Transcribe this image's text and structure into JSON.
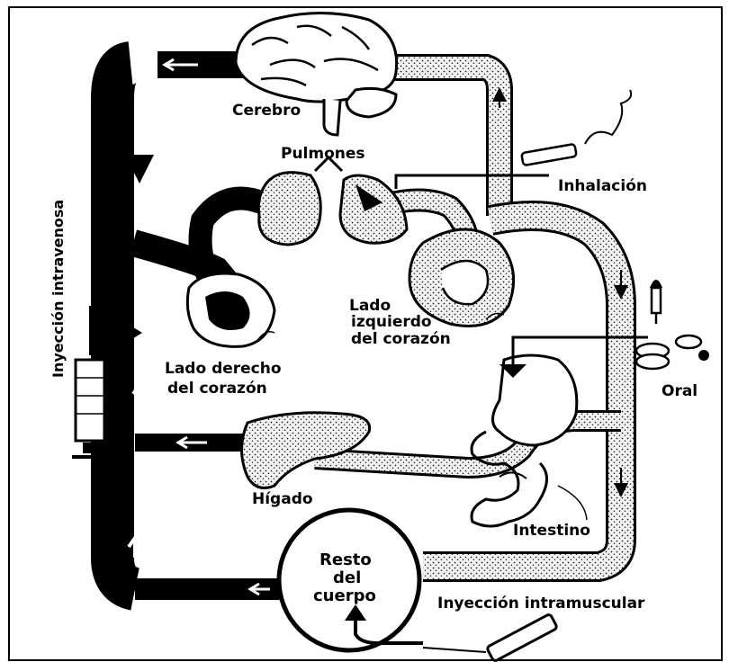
{
  "labels": {
    "brain": "Cerebro",
    "lungs": "Pulmones",
    "inhalation": "Inhalación",
    "left_heart_1": "Lado",
    "left_heart_2": "izquierdo",
    "left_heart_3": "del corazón",
    "right_heart_1": "Lado derecho",
    "right_heart_2": "del corazón",
    "oral": "Oral",
    "liver": "Hígado",
    "intestine": "Intestino",
    "rest_1": "Resto",
    "rest_2": "del",
    "rest_3": "cuerpo",
    "im_injection": "Inyección intramuscular",
    "iv_injection": "Inyección intravenosa"
  },
  "colors": {
    "venous": "#000000",
    "arterial_fill": "#f2f2f2",
    "ink": "#000000"
  }
}
